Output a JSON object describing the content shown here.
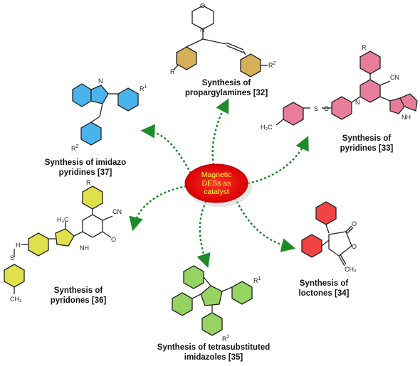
{
  "center": {
    "lines": [
      "Magnetic",
      "DESs as",
      "catalyst"
    ],
    "fill_color": "#ee1111",
    "text_color": "#ffff33"
  },
  "arrow_color": "#1f8a2a",
  "labels": {
    "propargylamines": [
      "Synthesis of",
      "propargylamines [32]"
    ],
    "imidazo": [
      "Synthesis of imidazo",
      "pyridines [37]"
    ],
    "pyridines": [
      "Synthesis of",
      "pyridines [33]"
    ],
    "pyridones": [
      "Synthesis of",
      "pyridones [36]"
    ],
    "imidazoles": [
      "Synthesis of tetrasubstituted",
      "imidazoles [35]"
    ],
    "loctones": [
      "Synthesis of",
      "loctones [34]"
    ]
  },
  "atom_labels": {
    "O": "O",
    "N": "N",
    "R": "R",
    "R1": "R",
    "R2": "R",
    "sup1": "1",
    "sup2": "2",
    "CN": "CN",
    "NH": "NH",
    "H3C": "H₃C",
    "CH3": "CH₃",
    "CH2": "CH₂",
    "H": "H",
    "S": "S",
    "H3C_short": "H₃C"
  },
  "ring_colors": {
    "propargylamines": "#c8961e",
    "imidazo": "#1ea0e6",
    "pyridines": "#e0507a",
    "pyridones": "#d8d81e",
    "imidazoles": "#7ac83c",
    "loctones": "#ee2222"
  }
}
